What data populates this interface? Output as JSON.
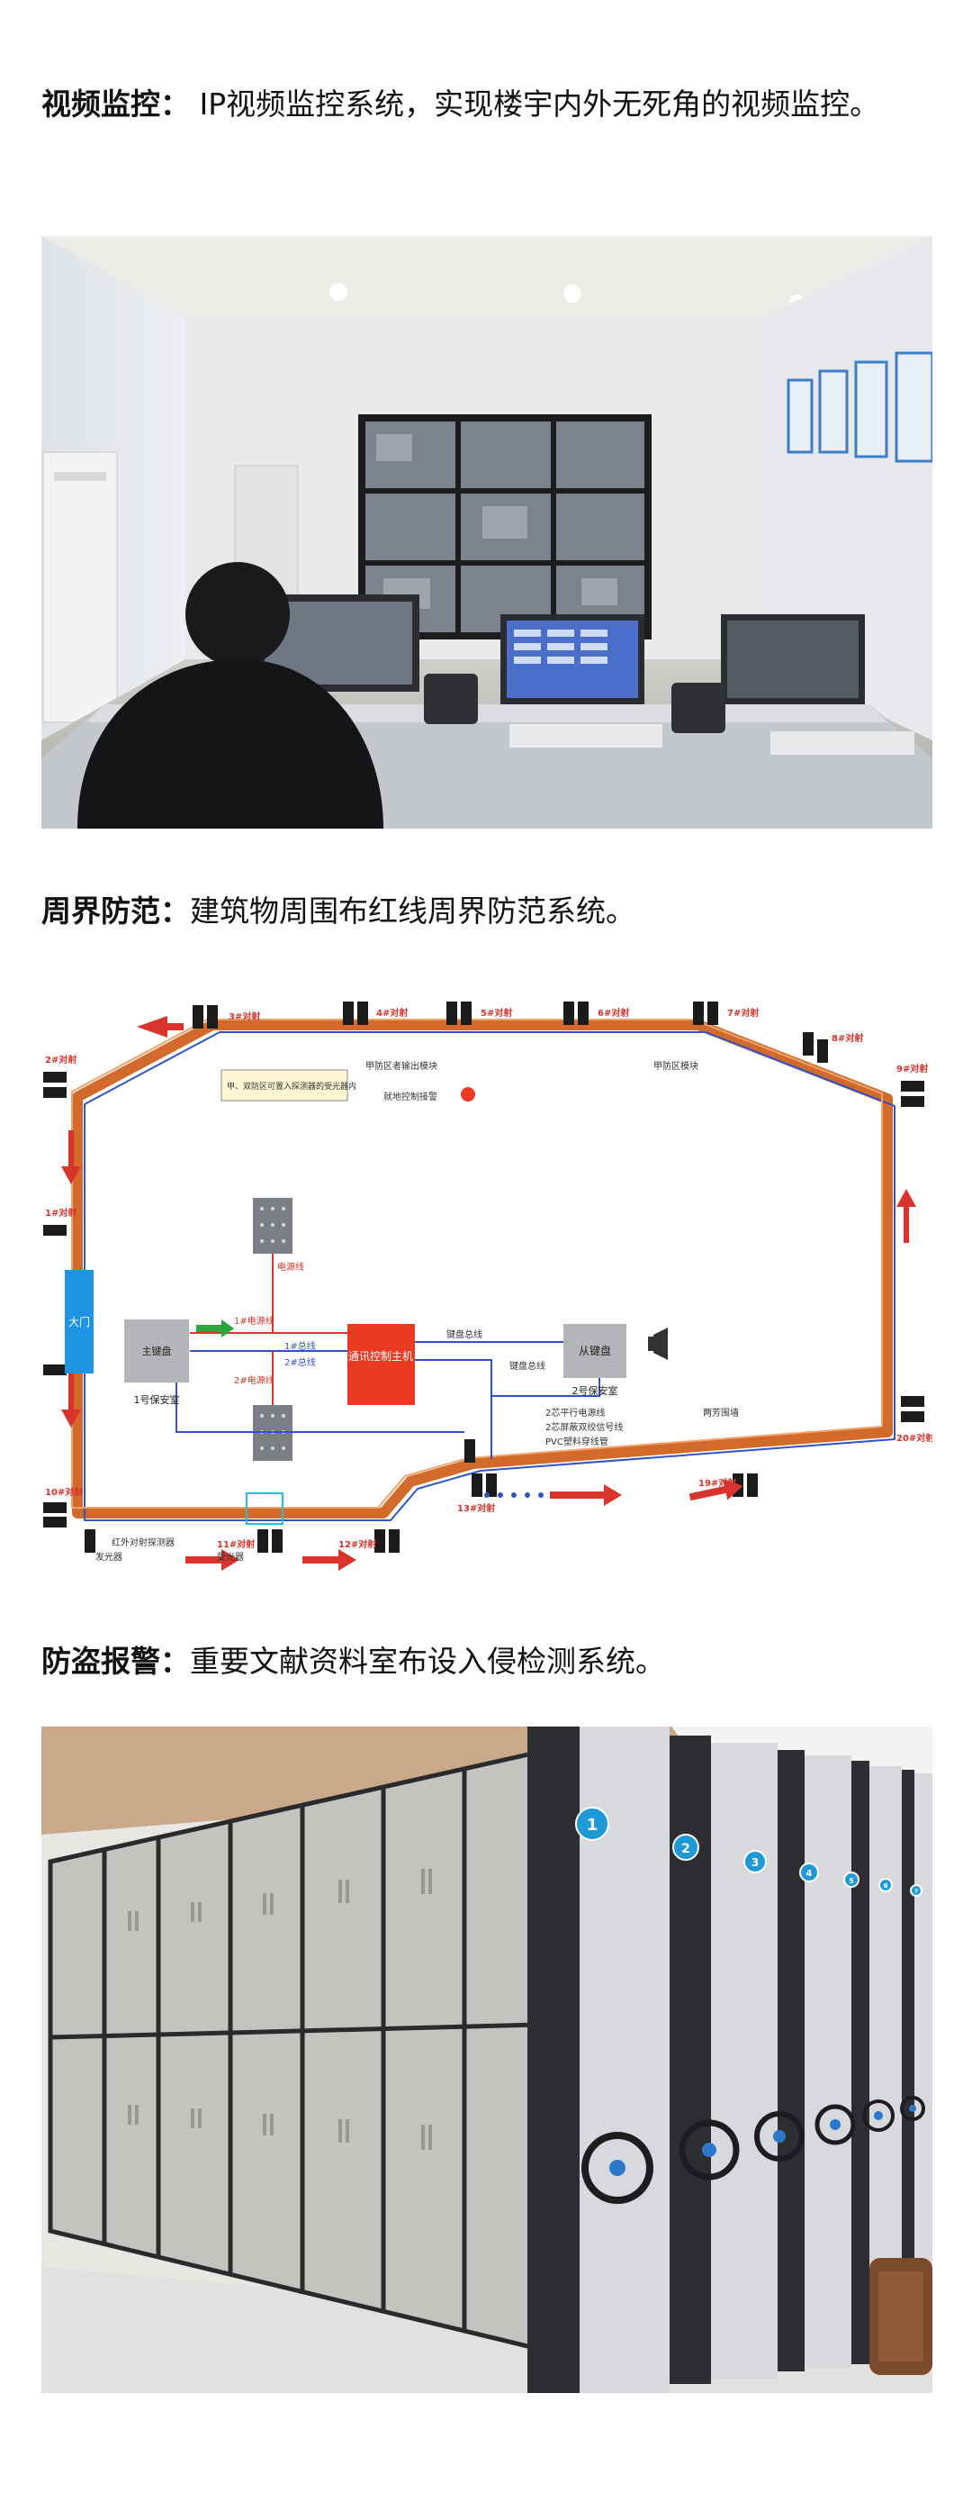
{
  "sections": [
    {
      "heading": "视频监控：",
      "text": " IP视频监控系统，实现楼宇内外无死角的视频监控。"
    },
    {
      "heading": "周界防范：",
      "text": "建筑物周围布红线周界防范系统。"
    },
    {
      "heading": "防盗报警：",
      "text": "重要文献资料室布设入侵检测系统。"
    }
  ],
  "diagram": {
    "door": "大门",
    "zones": [
      "1#对射",
      "2#对射",
      "3#对射",
      "4#对射",
      "5#对射",
      "6#对射",
      "7#对射",
      "8#对射",
      "9#对射",
      "10#对射",
      "11#对射",
      "12#对射",
      "13#对射",
      "19#对射",
      "20#对射"
    ],
    "main_panel": "主键盘",
    "main_panel_loc": "1号保安室",
    "host": "通讯控制主机",
    "slave_panel": "从键盘",
    "slave_panel_loc": "2号保安室",
    "bus_label": "键盘总线",
    "bus_label2": "键盘总线",
    "power1": "1#电源线",
    "power2": "2#电源线",
    "bus1": "1#总线",
    "bus2": "2#总线",
    "power_line": "电源线",
    "note_box": "甲、双防区可置入探测器的受光器内",
    "module_a": "甲防区者输出模块",
    "module_b": "甲防区模块",
    "alarm_note": "就地控制接警",
    "cable1": "2芯平行电源线",
    "cable2": "2芯屏蔽双绞信号线",
    "cable3": "PVC塑料穿线管",
    "pillar": "两芳围墙",
    "legend1": "红外对射探测器",
    "legend2": "发光器",
    "legend3": "受光器"
  },
  "cabinets": {
    "numbers": [
      "1",
      "2",
      "3",
      "4",
      "5",
      "6",
      "7"
    ]
  }
}
